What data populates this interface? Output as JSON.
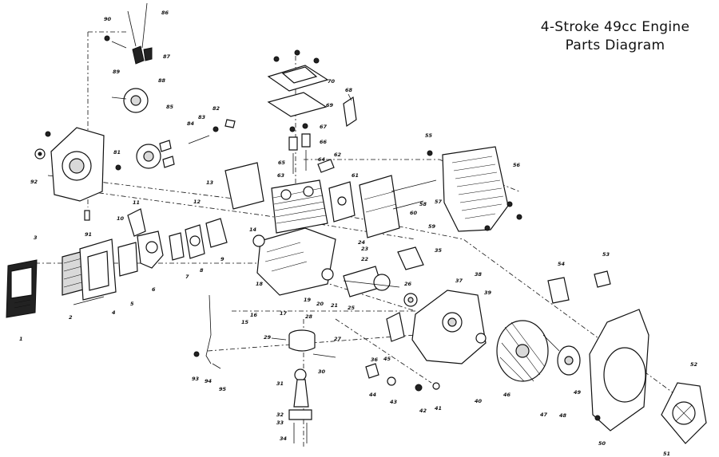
{
  "title": {
    "line1": "4-Stroke 49cc Engine",
    "line2": "Parts Diagram"
  },
  "callouts": [
    "1",
    "2",
    "3",
    "4",
    "5",
    "6",
    "7",
    "8",
    "9",
    "10",
    "11",
    "12",
    "13",
    "14",
    "15",
    "16",
    "17",
    "18",
    "19",
    "20",
    "21",
    "22",
    "23",
    "24",
    "25",
    "26",
    "27",
    "28",
    "29",
    "30",
    "31",
    "32",
    "33",
    "34",
    "35",
    "36",
    "37",
    "38",
    "39",
    "40",
    "41",
    "42",
    "43",
    "44",
    "45",
    "46",
    "47",
    "48",
    "49",
    "50",
    "51",
    "52",
    "53",
    "54",
    "55",
    "56",
    "57",
    "58",
    "59",
    "60",
    "61",
    "62",
    "63",
    "64",
    "65",
    "66",
    "67",
    "68",
    "69",
    "70",
    "81",
    "82",
    "83",
    "84",
    "85",
    "86",
    "87",
    "88",
    "89",
    "90",
    "91",
    "92",
    "93",
    "94",
    "95"
  ]
}
